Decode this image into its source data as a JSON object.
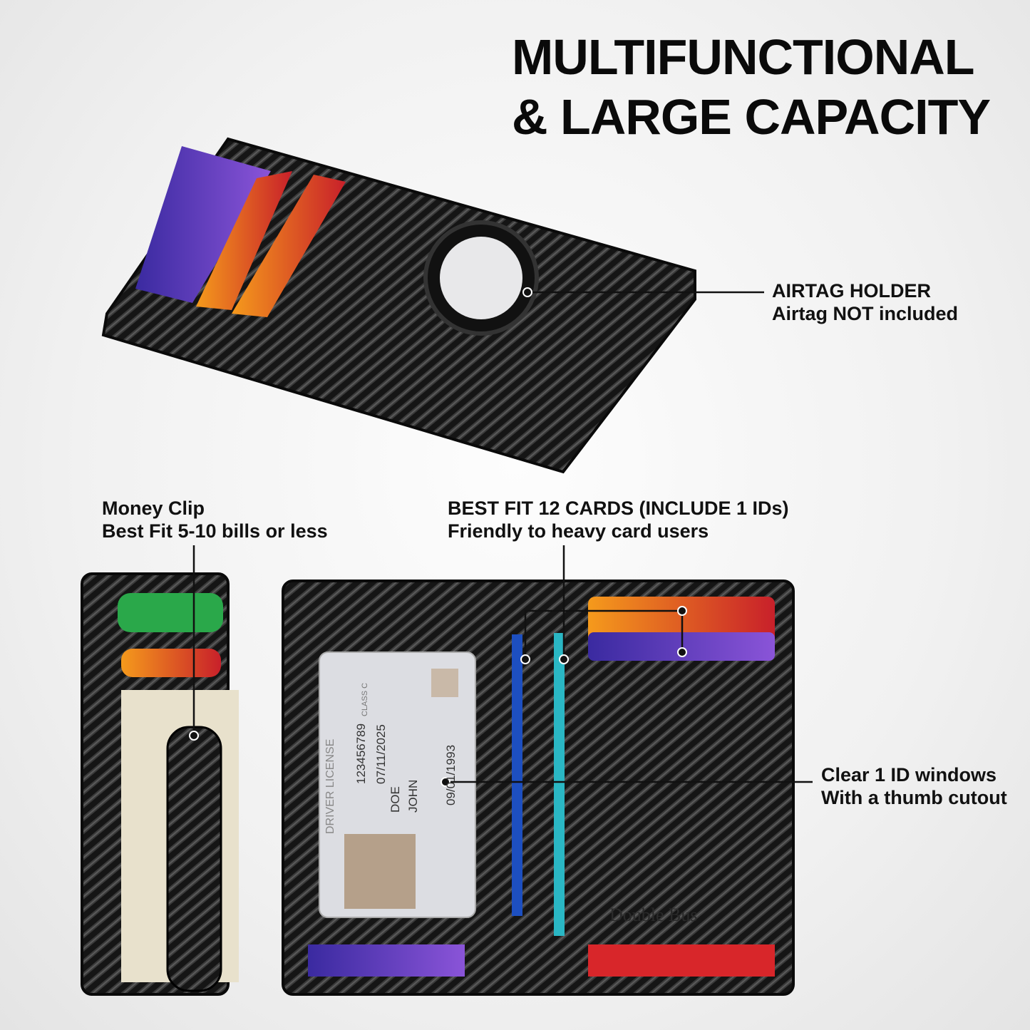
{
  "headline": {
    "line1": "MULTIFUNCTIONAL",
    "line2": "& LARGE CAPACITY"
  },
  "callouts": {
    "airtag": {
      "line1": "AIRTAG HOLDER",
      "line2": "Airtag NOT included"
    },
    "money_clip": {
      "line1": "Money Clip",
      "line2": "Best Fit 5-10 bills or less"
    },
    "cards": {
      "line1": "BEST FIT 12 CARDS (INCLUDE 1 IDs)",
      "line2": "Friendly to heavy card users"
    },
    "id_window": {
      "line1": "Clear 1 ID windows",
      "line2": "With a thumb cutout"
    }
  },
  "brand_emboss": "Double Bus",
  "id_card": {
    "title": "DRIVER LICENSE",
    "class": "CLASS C",
    "dl": "123456789",
    "exp": "07/11/2025",
    "ln": "DOE",
    "fn": "JOHN",
    "dob": "09/01/1993"
  },
  "colors": {
    "leather": "#1a1a1a",
    "accent_orange": "#f07a1a",
    "accent_purple": "#6a3fc4",
    "accent_red": "#d8262a"
  }
}
